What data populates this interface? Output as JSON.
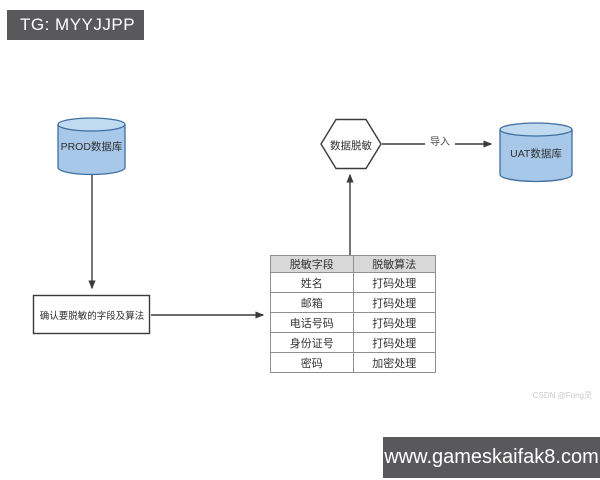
{
  "badges": {
    "tg": "TG: MYYJJPP",
    "site": "www.gameskaifak8.com"
  },
  "diagram": {
    "prod_db_label": "PROD数据库",
    "uat_db_label": "UAT数据库",
    "hexagon_label": "数据脱敏",
    "confirm_box_label": "确认要脱敏的字段及算法",
    "import_edge_label": "导入"
  },
  "table": {
    "headers": [
      "脱敏字段",
      "脱敏算法"
    ],
    "rows": [
      [
        "姓名",
        "打码处理"
      ],
      [
        "邮箱",
        "打码处理"
      ],
      [
        "电话号码",
        "打码处理"
      ],
      [
        "身份证号",
        "打码处理"
      ],
      [
        "密码",
        "加密处理"
      ]
    ]
  },
  "watermark": "CSDN @Fong灵",
  "colors": {
    "badge_bg": "#59595b",
    "cylinder_fill": "#a7c8e9",
    "cylinder_top": "#c0daf0",
    "cylinder_stroke": "#3f6f9f",
    "line": "#3a3a3a",
    "table_header_bg": "#d8d8d8",
    "table_border": "#909090",
    "watermark_color": "#c9c9c9"
  }
}
